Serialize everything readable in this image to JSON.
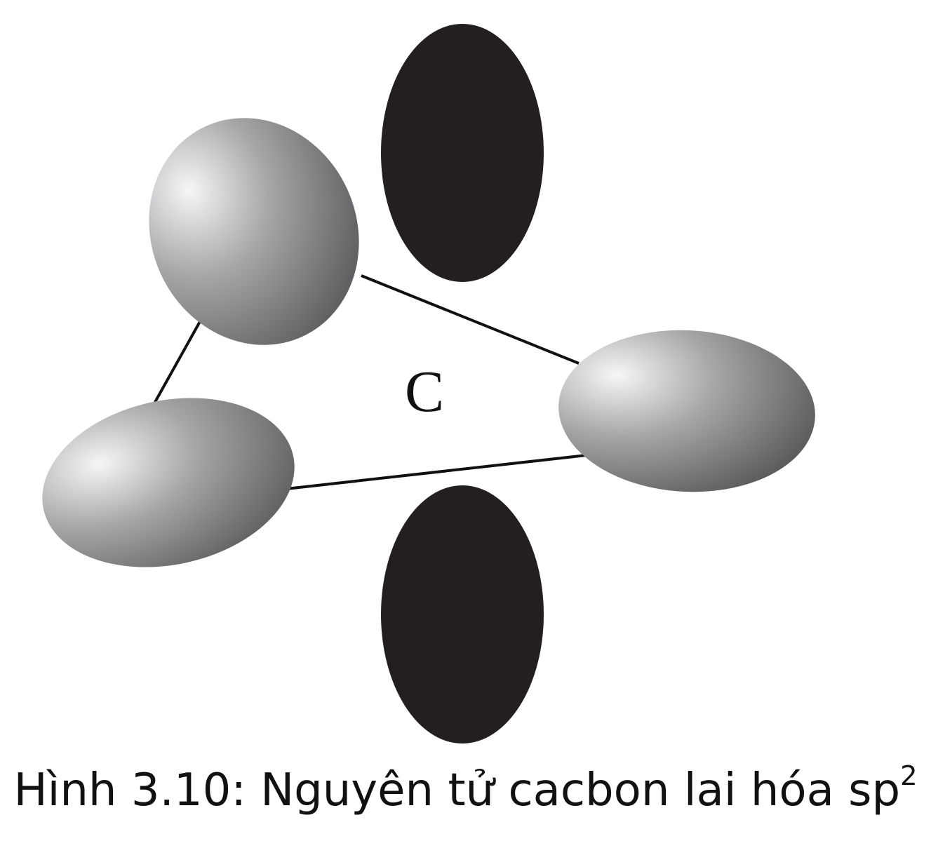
{
  "figure": {
    "atom_label": "C",
    "caption": {
      "text": "Hình 3.10: Nguyên tử cacbon lai hóa sp",
      "superscript": "2"
    }
  },
  "colors": {
    "p_orbital": "#231f20",
    "hybrid_orbital_light": "#f4f4f6",
    "hybrid_orbital_dark": "#5a5a5c",
    "bond_line": "#111111",
    "text": "#111111"
  }
}
